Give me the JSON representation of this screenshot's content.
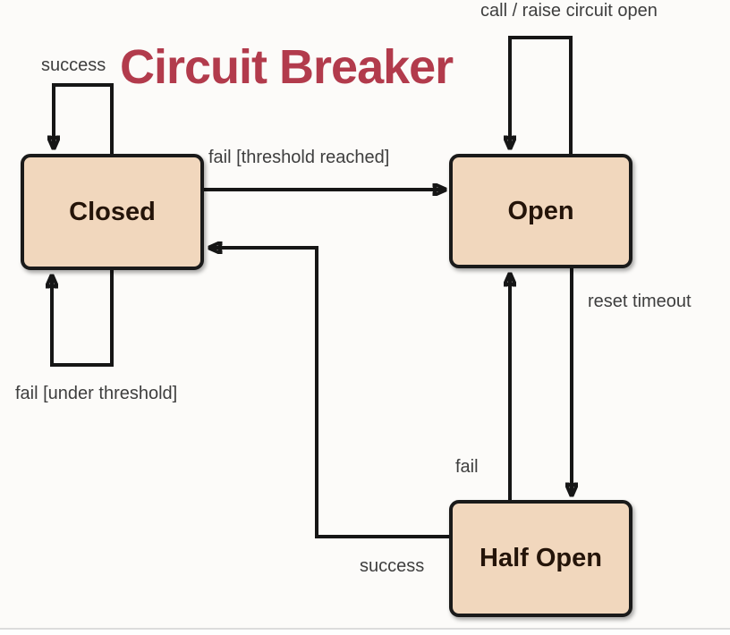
{
  "title": "Circuit Breaker",
  "states": {
    "closed": "Closed",
    "open": "Open",
    "half_open": "Half Open"
  },
  "transitions": {
    "closed_success_self_loop": "success",
    "closed_fail_self_loop": "fail [under threshold]",
    "open_call_self_loop": "call / raise circuit open",
    "closed_to_open": "fail [threshold reached]",
    "open_to_half_open": "reset timeout",
    "half_open_to_open": "fail",
    "half_open_to_closed": "success"
  },
  "colors": {
    "title": "#b23b4c",
    "state_fill": "#f1d7bd",
    "state_border": "#1a1a1a",
    "arrow_line": "#161616",
    "label_text": "#3e3e3e",
    "background": "#fcfbf9"
  }
}
